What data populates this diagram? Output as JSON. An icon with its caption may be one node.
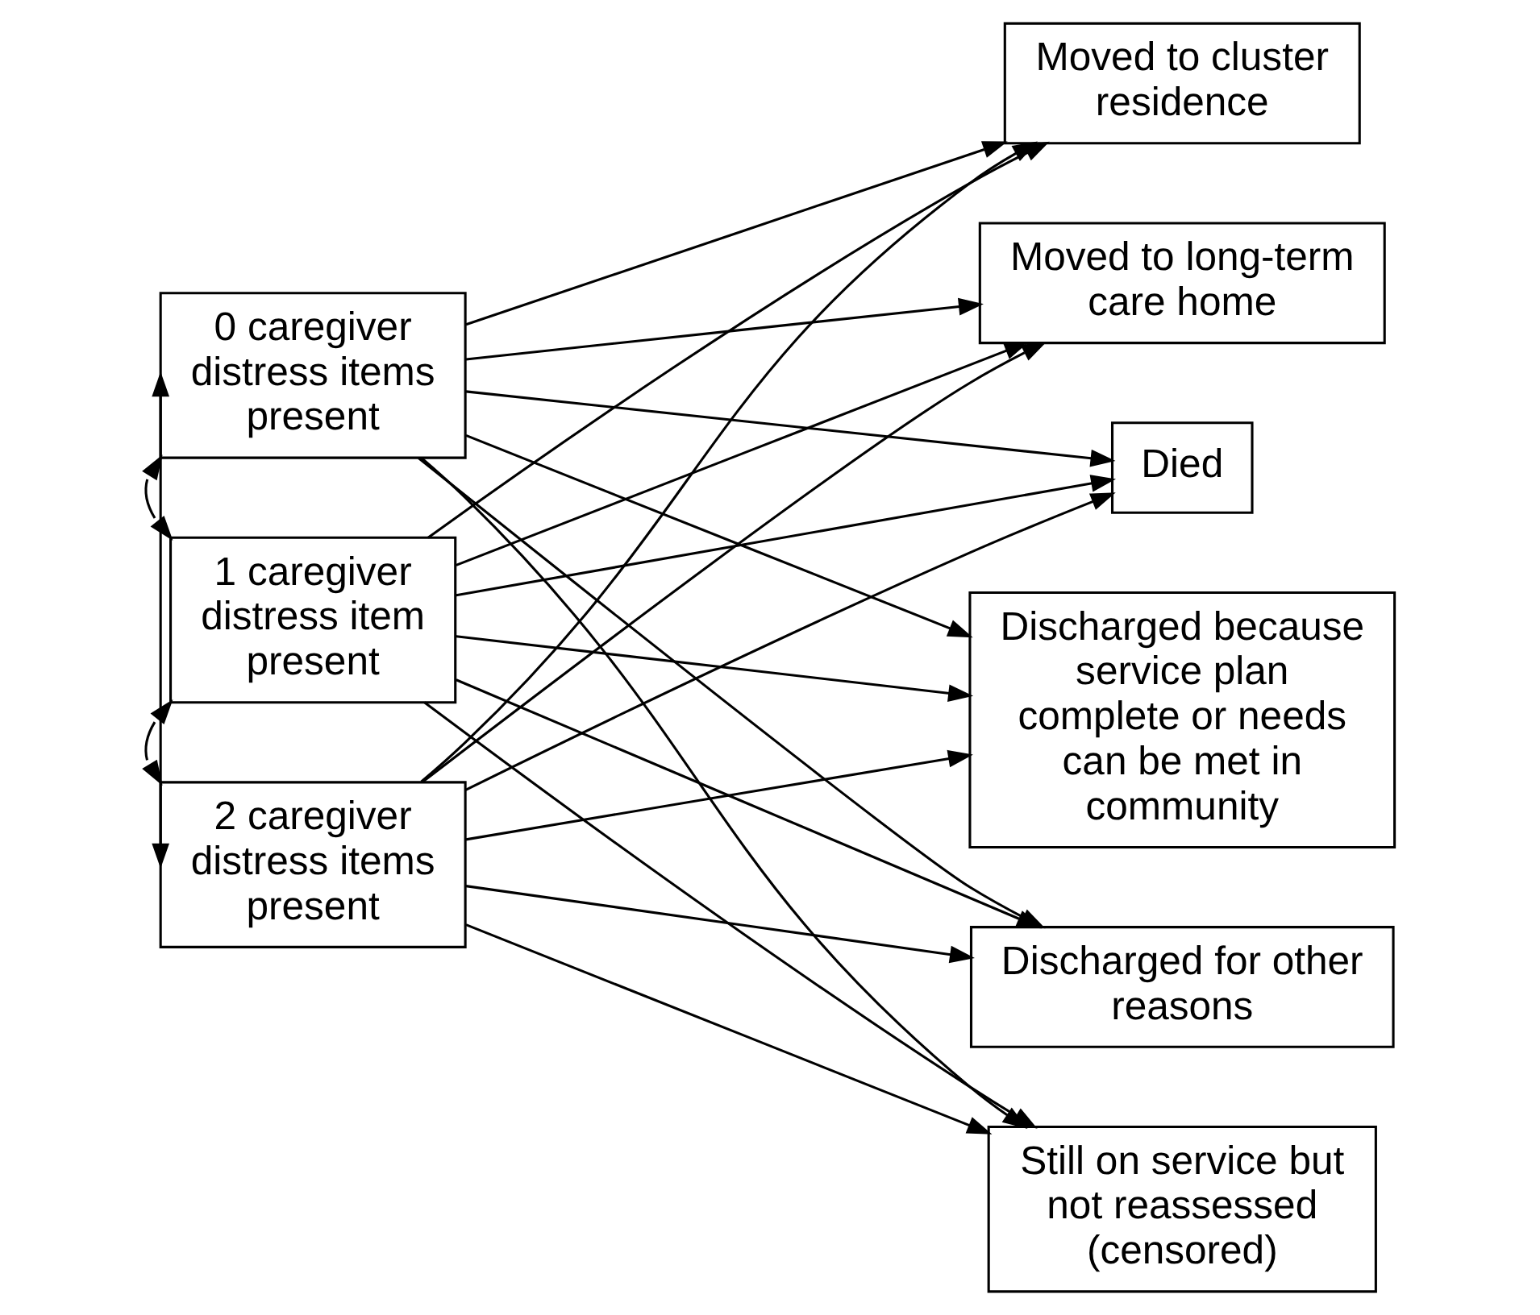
{
  "diagram": {
    "nodes": [
      {
        "text": [
          "0 caregiver distress items present"
        ]
      },
      {
        "text": [
          "1 caregiver distress item present"
        ]
      },
      {
        "text": [
          "2 caregiver distress items present"
        ]
      },
      {
        "text": [
          "Moved to cluster residence"
        ]
      },
      {
        "text": [
          "Moved to long-term care home"
        ]
      },
      {
        "text": [
          "Died"
        ]
      },
      {
        "text": [
          "Discharged because service plan complete or needs can be met in community"
        ]
      },
      {
        "text": [
          "Discharged for other reasons"
        ]
      },
      {
        "text": [
          "Still on service but not reassessed (censored)"
        ]
      }
    ],
    "edges": [
      {
        "from": 0,
        "to": 1,
        "arrow": "both"
      },
      {
        "from": 1,
        "to": 2,
        "arrow": "both"
      },
      {
        "from": 0,
        "to": 2,
        "arrow": "both"
      },
      {
        "from": 0,
        "to": 3,
        "arrow": "to"
      },
      {
        "from": 0,
        "to": 4,
        "arrow": "to"
      },
      {
        "from": 0,
        "to": 5,
        "arrow": "to"
      },
      {
        "from": 0,
        "to": 6,
        "arrow": "to"
      },
      {
        "from": 0,
        "to": 7,
        "arrow": "to"
      },
      {
        "from": 0,
        "to": 8,
        "arrow": "to"
      },
      {
        "from": 1,
        "to": 3,
        "arrow": "to"
      },
      {
        "from": 1,
        "to": 4,
        "arrow": "to"
      },
      {
        "from": 1,
        "to": 5,
        "arrow": "to"
      },
      {
        "from": 1,
        "to": 6,
        "arrow": "to"
      },
      {
        "from": 1,
        "to": 7,
        "arrow": "to"
      },
      {
        "from": 1,
        "to": 8,
        "arrow": "to"
      },
      {
        "from": 2,
        "to": 3,
        "arrow": "to"
      },
      {
        "from": 2,
        "to": 4,
        "arrow": "to"
      },
      {
        "from": 2,
        "to": 5,
        "arrow": "to"
      },
      {
        "from": 2,
        "to": 6,
        "arrow": "to"
      },
      {
        "from": 2,
        "to": 7,
        "arrow": "to"
      },
      {
        "from": 2,
        "to": 8,
        "arrow": "to"
      }
    ]
  }
}
